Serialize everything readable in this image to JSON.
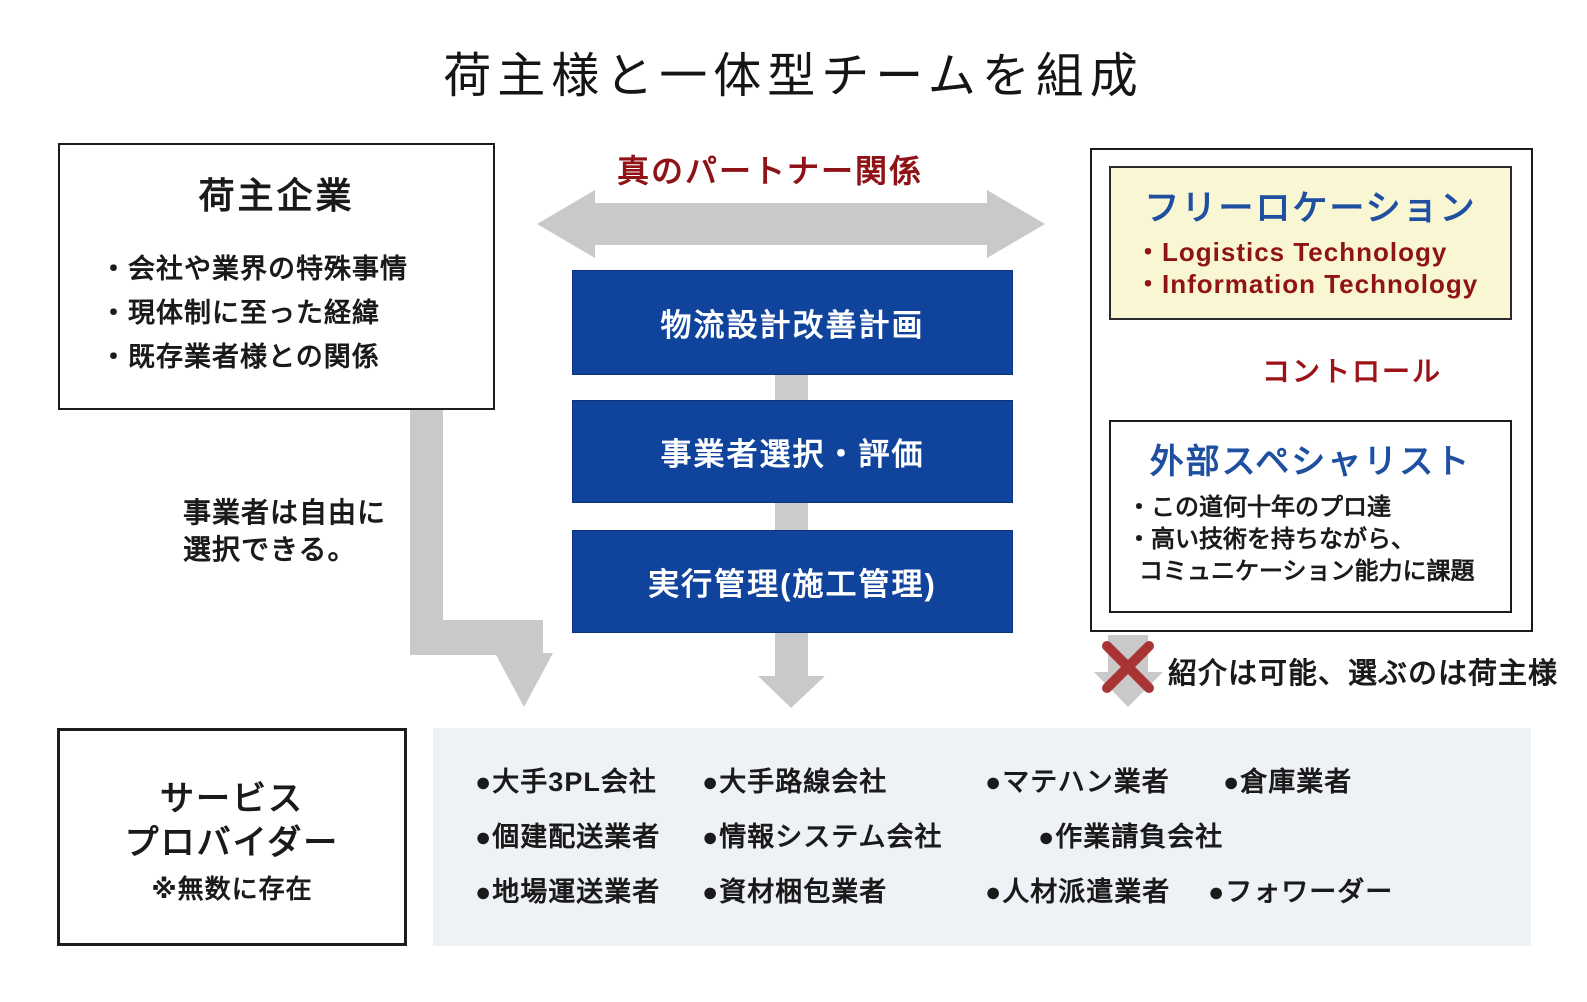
{
  "title": "荷主様と一体型チームを組成",
  "shipper_box": {
    "title": "荷主企業",
    "bullets": [
      "・会社や業界の特殊事情",
      "・現体制に至った経緯",
      "・既存業者様との関係"
    ]
  },
  "partnership_label": "真のパートナー関係",
  "process_boxes": [
    "物流設計改善計画",
    "事業者選択・評価",
    "実行管理(施工管理)"
  ],
  "free_choice_note": {
    "line1": "事業者は自由に",
    "line2": "選択できる。"
  },
  "right_panel": {
    "free_location": {
      "title": "フリーロケーション",
      "bullets": [
        "・Logistics Technology",
        "・Information Technology"
      ]
    },
    "control_label": "コントロール",
    "specialist": {
      "title": "外部スペシャリスト",
      "bullets": [
        "・この道何十年のプロ達",
        "・高い技術を持ちながら、",
        "コミュニケーション能力に課題"
      ]
    }
  },
  "referral_note": "紹介は可能、選ぶのは荷主様",
  "service_provider_box": {
    "line1": "サービス",
    "line2": "プロバイダー",
    "note": "※無数に存在"
  },
  "providers": {
    "rows": [
      [
        "●大手3PL会社",
        "●大手路線会社",
        "●マテハン業者",
        "●倉庫業者"
      ],
      [
        "●個建配送業者",
        "●情報システム会社",
        "●作業請負会社"
      ],
      [
        "●地場運送業者",
        "●資材梱包業者",
        "●人材派遣業者",
        "●フォワーダー"
      ]
    ]
  },
  "colors": {
    "process_navy": "#10439c",
    "free_location_cream": "#f9f6d3",
    "heading_blue": "#1e4fa1",
    "accent_dark_red": "#8f1417",
    "arrow_gray": "#c9c9c9",
    "panel_light_gray": "#eef1f6",
    "x_mark_red": "#a93434"
  }
}
